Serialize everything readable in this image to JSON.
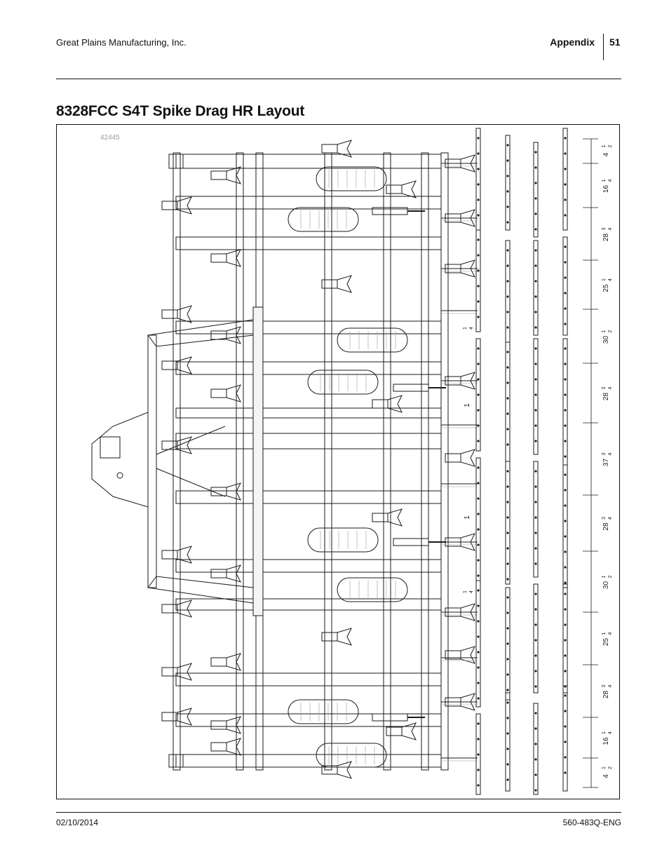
{
  "header": {
    "company": "Great Plains Manufacturing, Inc.",
    "section": "Appendix",
    "page_number": "51"
  },
  "title": "8328FCC S4T Spike Drag HR Layout",
  "figure": {
    "figure_id": "42445",
    "dimensions": [
      {
        "whole": "4",
        "num": "1",
        "den": "2"
      },
      {
        "whole": "16",
        "num": "1",
        "den": "4"
      },
      {
        "whole": "28",
        "num": "3",
        "den": "4"
      },
      {
        "whole": "25",
        "num": "1",
        "den": "4"
      },
      {
        "whole": "30",
        "num": "1",
        "den": "2"
      },
      {
        "whole": "28",
        "num": "3",
        "den": "4"
      },
      {
        "whole": "37",
        "num": "3",
        "den": "4"
      },
      {
        "whole": "28",
        "num": "3",
        "den": "4"
      },
      {
        "whole": "30",
        "num": "1",
        "den": "2"
      },
      {
        "whole": "25",
        "num": "1",
        "den": "4"
      },
      {
        "whole": "28",
        "num": "3",
        "den": "4"
      },
      {
        "whole": "16",
        "num": "1",
        "den": "4"
      },
      {
        "whole": "4",
        "num": "1",
        "den": "2"
      }
    ],
    "small_dims": [
      {
        "whole": "",
        "num": "1",
        "den": "4"
      },
      {
        "whole": "1",
        "num": "",
        "den": ""
      },
      {
        "whole": "1",
        "num": "",
        "den": ""
      },
      {
        "whole": "",
        "num": "1",
        "den": "4"
      }
    ]
  },
  "footer": {
    "date": "02/10/2014",
    "doc_number": "560-483Q-ENG"
  },
  "colors": {
    "line": "#1a1a1a",
    "light_line": "#9a9a9a"
  }
}
